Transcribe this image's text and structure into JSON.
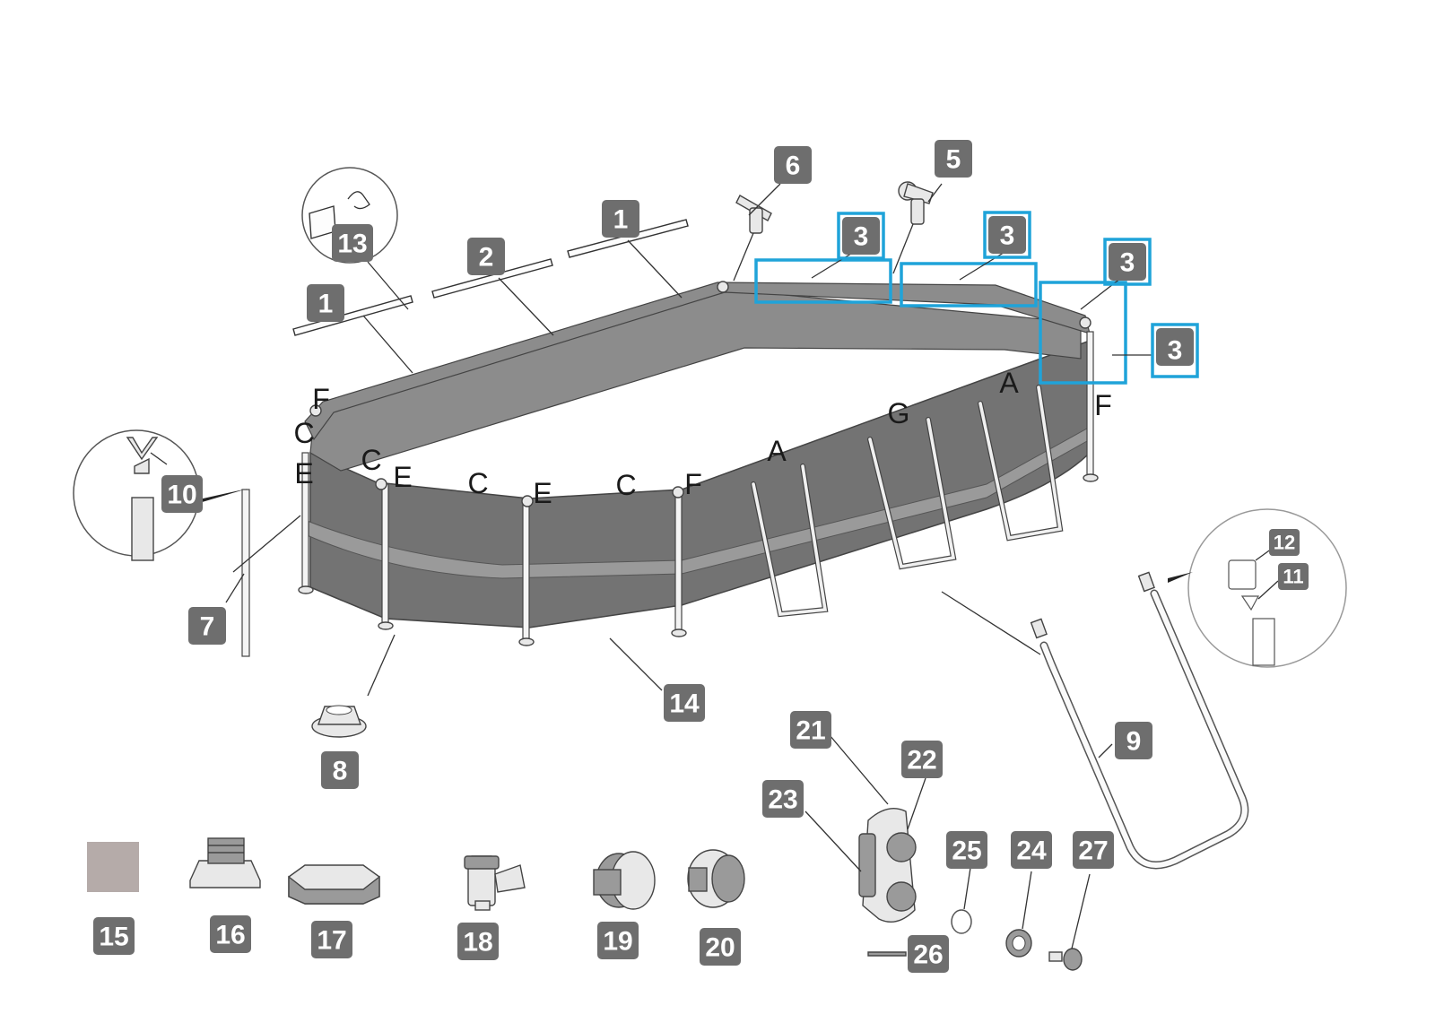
{
  "callouts": [
    {
      "id": "c1a",
      "label": "1"
    },
    {
      "id": "c1b",
      "label": "1"
    },
    {
      "id": "c2",
      "label": "2"
    },
    {
      "id": "c3a",
      "label": "3"
    },
    {
      "id": "c3b",
      "label": "3"
    },
    {
      "id": "c3c",
      "label": "3"
    },
    {
      "id": "c3d",
      "label": "3"
    },
    {
      "id": "c5",
      "label": "5"
    },
    {
      "id": "c6",
      "label": "6"
    },
    {
      "id": "c7",
      "label": "7"
    },
    {
      "id": "c8",
      "label": "8"
    },
    {
      "id": "c9",
      "label": "9"
    },
    {
      "id": "c10",
      "label": "10"
    },
    {
      "id": "c11",
      "label": "11"
    },
    {
      "id": "c12",
      "label": "12"
    },
    {
      "id": "c13",
      "label": "13"
    },
    {
      "id": "c14",
      "label": "14"
    },
    {
      "id": "c15",
      "label": "15"
    },
    {
      "id": "c16",
      "label": "16"
    },
    {
      "id": "c17",
      "label": "17"
    },
    {
      "id": "c18",
      "label": "18"
    },
    {
      "id": "c19",
      "label": "19"
    },
    {
      "id": "c20",
      "label": "20"
    },
    {
      "id": "c21",
      "label": "21"
    },
    {
      "id": "c22",
      "label": "22"
    },
    {
      "id": "c23",
      "label": "23"
    },
    {
      "id": "c24",
      "label": "24"
    },
    {
      "id": "c25",
      "label": "25"
    },
    {
      "id": "c26",
      "label": "26"
    },
    {
      "id": "c27",
      "label": "27"
    }
  ],
  "joint_letters": [
    "F",
    "C",
    "E",
    "C",
    "E",
    "C",
    "E",
    "C",
    "F",
    "A",
    "G",
    "A",
    "F"
  ],
  "colors": {
    "callout_fill": "#6e6e6e",
    "highlight_stroke": "#1fa3d9",
    "swatch_15": "#b5aba9"
  }
}
